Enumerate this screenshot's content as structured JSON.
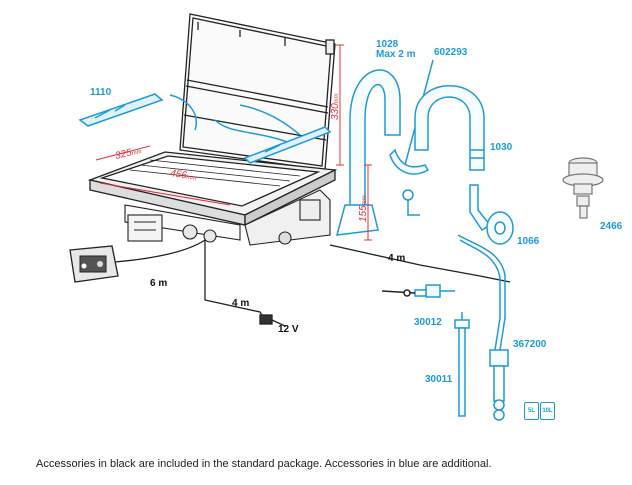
{
  "colors": {
    "included": "#111111",
    "additional": "#1e9bd7",
    "dimension": "#e0303a"
  },
  "labels": {
    "p1028": "1028",
    "p1028_sub": "Max 2 m",
    "p602293": "602293",
    "p1110": "1110",
    "p1030": "1030",
    "p1066": "1066",
    "p2466": "2466",
    "p30012": "30012",
    "p367200": "367200",
    "p30011": "30011",
    "len_4m_right": "4 m",
    "len_6m": "6 m",
    "len_4m_left": "4 m",
    "volt": "12 V"
  },
  "dimensions": {
    "d325": "325",
    "d456": "456",
    "d330": "330",
    "d155": "155",
    "unit": "mm"
  },
  "tanks": {
    "small": "5L",
    "large": "10L"
  },
  "caption": "Accessories in black are included in the standard package. Accessories in blue are additional."
}
